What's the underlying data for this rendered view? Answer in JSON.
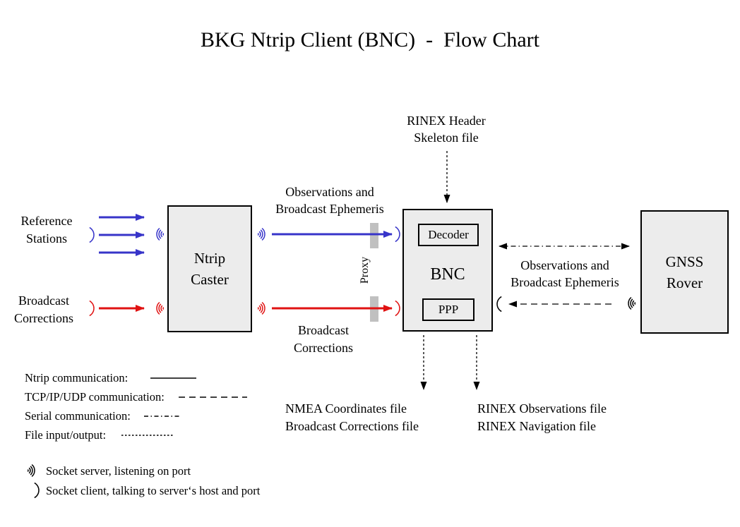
{
  "title": "BKG Ntrip Client (BNC)  -  Flow Chart",
  "colors": {
    "ntrip_blue": "#3734c9",
    "correction_red": "#e01212",
    "line_black": "#000000",
    "box_fill": "#ececec",
    "proxy_bar_fill": "#c0c0c0"
  },
  "nodes": {
    "ntrip_caster": {
      "line1": "Ntrip",
      "line2": "Caster"
    },
    "bnc": {
      "label": "BNC",
      "decoder_label": "Decoder",
      "ppp_label": "PPP"
    },
    "gnss_rover": {
      "line1": "GNSS",
      "line2": "Rover"
    }
  },
  "labels": {
    "reference_stations": {
      "line1": "Reference",
      "line2": "Stations"
    },
    "broadcast_corrections_in": {
      "line1": "Broadcast",
      "line2": "Corrections"
    },
    "obs_ephemeris_left": {
      "line1": "Observations and",
      "line2": "Broadcast Ephemeris"
    },
    "broadcast_corrections_mid": {
      "line1": "Broadcast",
      "line2": "Corrections"
    },
    "rinex_header_skeleton": {
      "line1": "RINEX Header",
      "line2": "Skeleton file"
    },
    "obs_ephemeris_right": {
      "line1": "Observations and",
      "line2": "Broadcast Ephemeris"
    },
    "proxy": "Proxy",
    "nmea_outputs": {
      "line1": "NMEA Coordinates file",
      "line2": "Broadcast Corrections file"
    },
    "rinex_outputs": {
      "line1": "RINEX Observations file",
      "line2": "RINEX Navigation file"
    }
  },
  "legend": {
    "items": [
      {
        "label": "Ntrip communication:",
        "style": "solid"
      },
      {
        "label": "TCP/IP/UDP communication:",
        "style": "dashed"
      },
      {
        "label": "Serial communication:",
        "style": "dash-dot"
      },
      {
        "label": "File input/output:",
        "style": "fine-dashed"
      }
    ],
    "socket_server": "Socket server, listening on port",
    "socket_client": "Socket client, talking to server‘s host and port"
  }
}
